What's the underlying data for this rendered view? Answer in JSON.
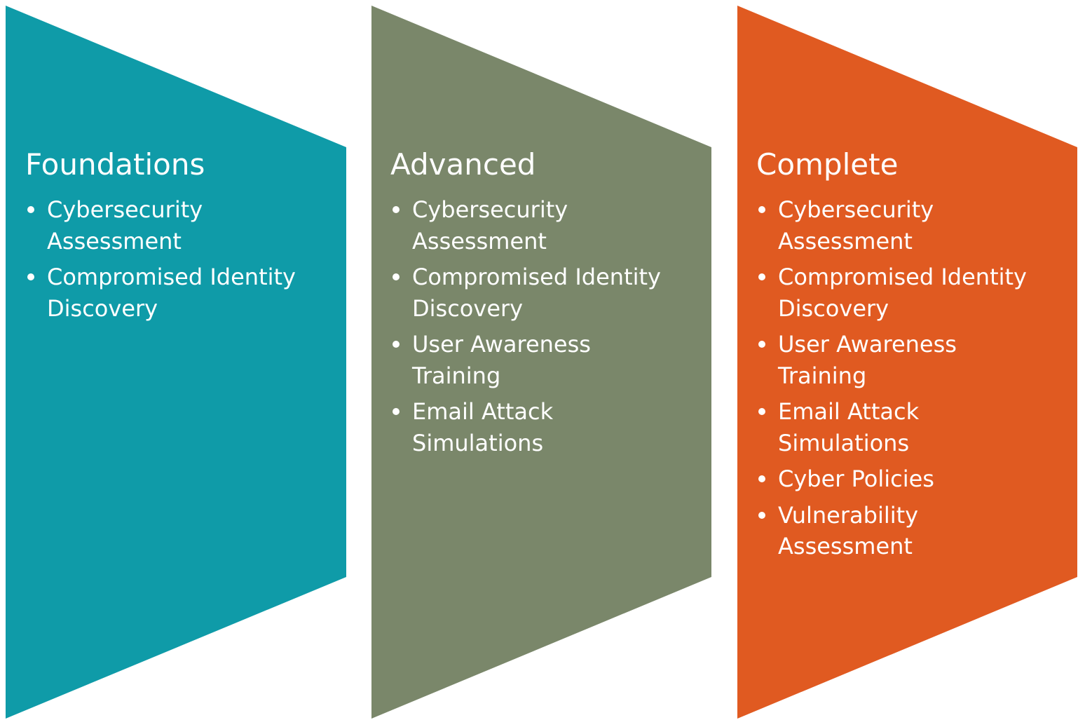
{
  "panels": [
    {
      "title": "Foundations",
      "color": "#0f9ba8",
      "items": [
        "Cybersecurity Assessment",
        "Compromised Identity Discovery"
      ]
    },
    {
      "title": "Advanced",
      "color": "#7a876a",
      "items": [
        "Cybersecurity Assessment",
        "Compromised Identity Discovery",
        "User Awareness Training",
        "Email Attack Simulations"
      ]
    },
    {
      "title": "Complete",
      "color": "#e05a21",
      "items": [
        "Cybersecurity Assessment",
        "Compromised Identity Discovery",
        "User Awareness Training",
        "Email Attack Simulations",
        "Cyber Policies",
        "Vulnerability Assessment"
      ]
    }
  ]
}
